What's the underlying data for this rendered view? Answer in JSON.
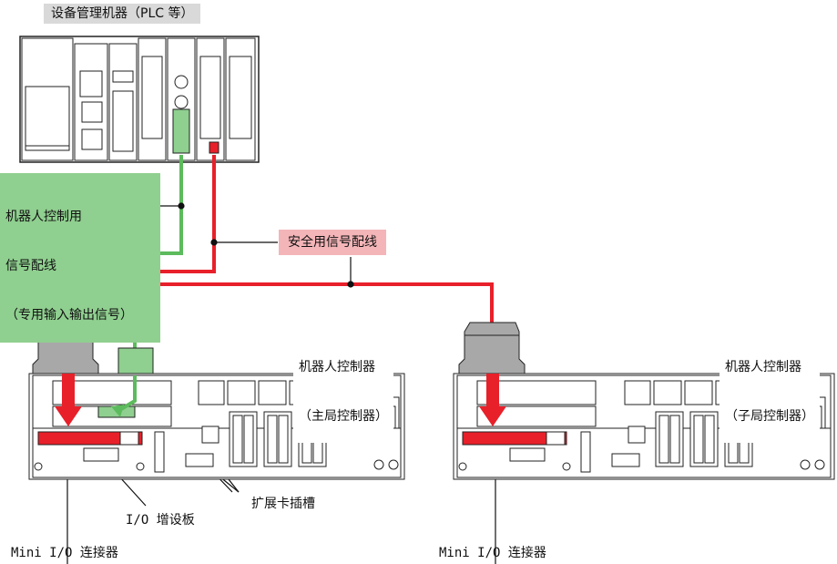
{
  "labels": {
    "plc_title": "设备管理机器（PLC 等）",
    "robot_signal_line1": "机器人控制用",
    "robot_signal_line2": "信号配线",
    "robot_signal_line3": "（专用输入输出信号）",
    "safety_signal": "安全用信号配线",
    "main_ctrl_line1": "机器人控制器",
    "main_ctrl_line2": "（主局控制器）",
    "sub_ctrl_line1": "机器人控制器",
    "sub_ctrl_line2": "（子局控制器）",
    "expansion_slot": "扩展卡插槽",
    "io_board": "I/O 增设板",
    "mini_io_left": "Mini I/O 连接器",
    "mini_io_right": "Mini I/O 连接器"
  },
  "colors": {
    "safety_wire": "#e8202a",
    "signal_wire": "#5cbb5c",
    "green_box": "#8fcf8f",
    "pink_box": "#f4b5b8",
    "gray_box": "#d9d9d9"
  }
}
